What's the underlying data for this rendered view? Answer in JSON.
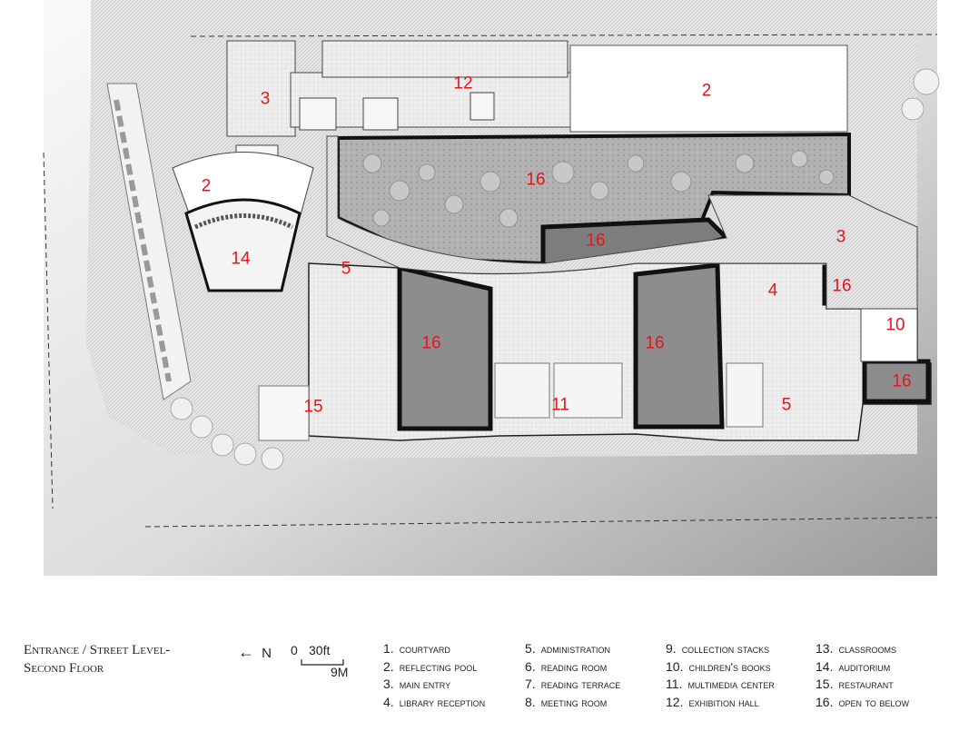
{
  "plan": {
    "labels": [
      {
        "text": "3"
      },
      {
        "text": "12"
      },
      {
        "text": "2"
      },
      {
        "text": "2"
      },
      {
        "text": "16"
      },
      {
        "text": "16"
      },
      {
        "text": "14"
      },
      {
        "text": "5"
      },
      {
        "text": "3"
      },
      {
        "text": "4"
      },
      {
        "text": "16"
      },
      {
        "text": "16"
      },
      {
        "text": "16"
      },
      {
        "text": "10"
      },
      {
        "text": "11"
      },
      {
        "text": "16"
      },
      {
        "text": "5"
      },
      {
        "text": "15"
      }
    ]
  },
  "caption": {
    "line1": "Entrance / Street Level-",
    "line2": "Second Floor"
  },
  "north": {
    "arrow": "←",
    "letter": "N"
  },
  "scale": {
    "zero": "0",
    "feet": "30ft",
    "meters": "9M"
  },
  "legend": {
    "col1": [
      {
        "num": "1.",
        "label": "courtyard"
      },
      {
        "num": "2.",
        "label": "reflecting pool"
      },
      {
        "num": "3.",
        "label": "main entry"
      },
      {
        "num": "4.",
        "label": "library reception"
      }
    ],
    "col2": [
      {
        "num": "5.",
        "label": "administration"
      },
      {
        "num": "6.",
        "label": "reading room"
      },
      {
        "num": "7.",
        "label": "reading terrace"
      },
      {
        "num": "8.",
        "label": "meeting room"
      }
    ],
    "col3": [
      {
        "num": "9.",
        "label": "collection stacks"
      },
      {
        "num": "10.",
        "label": "children's books"
      },
      {
        "num": "11.",
        "label": "multimedia center"
      },
      {
        "num": "12.",
        "label": "exhibition hall"
      }
    ],
    "col4": [
      {
        "num": "13.",
        "label": "classrooms"
      },
      {
        "num": "14.",
        "label": "auditorium"
      },
      {
        "num": "15.",
        "label": "restaurant"
      },
      {
        "num": "16.",
        "label": "open to below"
      }
    ]
  },
  "colors": {
    "label_red": "#e8141b",
    "wall": "#111111",
    "void": "#8c8c8c",
    "garden": "#9b9b9b",
    "paving": "#dcdcdc"
  }
}
